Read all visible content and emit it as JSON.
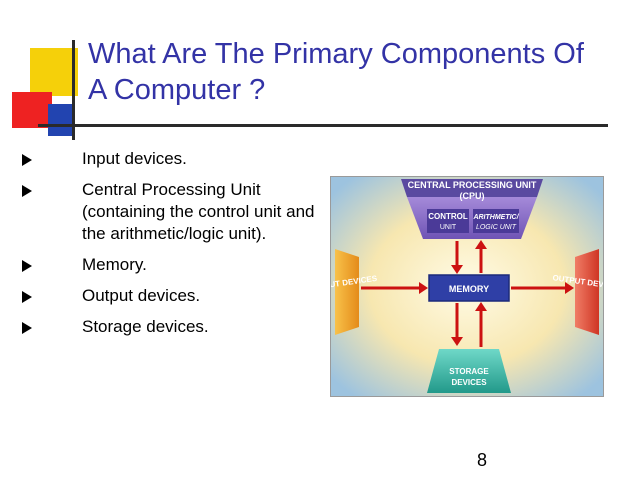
{
  "slide": {
    "title": "What Are The Primary Components Of A Computer ?",
    "bullets": [
      "Input devices.",
      "Central Processing Unit (containing the control unit and the arithmetic/logic unit).",
      "Memory.",
      "Output devices.",
      "Storage devices."
    ],
    "page_number": "8"
  },
  "diagram": {
    "cpu_title_1": "CENTRAL PROCESSING UNIT",
    "cpu_title_2": "(CPU)",
    "control_1": "CONTROL",
    "control_2": "UNIT",
    "alu_1": "ARITHMETIC/",
    "alu_2": "LOGIC UNIT",
    "memory": "MEMORY",
    "input": "INPUT DEVICES",
    "output": "OUTPUT DEVICES",
    "storage_1": "STORAGE",
    "storage_2": "DEVICES"
  },
  "colors": {
    "title": "#3333a6",
    "deco_yellow": "#f5d00a",
    "deco_red": "#ee2222",
    "deco_blue": "#2244b0",
    "cpu_purple": "#8a6fc7",
    "memory_blue": "#2f3fa6",
    "input_orange": "#f2a52a",
    "output_red": "#e8503e",
    "storage_teal": "#3cb8a8",
    "arrow_red": "#cc1111"
  }
}
